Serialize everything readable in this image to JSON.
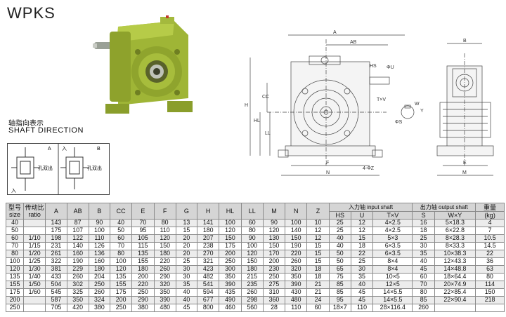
{
  "title": "WPKS",
  "shaft_direction": {
    "label_zh": "轴指向表示",
    "label_en": "SHAFT DIRECTION",
    "box_a": {
      "letter": "A",
      "in": "入",
      "out_text": "孔双出"
    },
    "box_b": {
      "letter": "B",
      "in": "入",
      "out_text": "孔双出"
    }
  },
  "drawing_labels": {
    "A": "A",
    "AB": "AB",
    "HS": "HS",
    "U": "ΦU",
    "H": "H",
    "CC": "CC",
    "HL": "HL",
    "LL": "LL",
    "TV": "T×V",
    "S": "ΦS",
    "W": "W",
    "Y": "Y",
    "F": "F",
    "N": "N",
    "Z": "4-ΦZ",
    "B": "B",
    "E": "E",
    "M": "M"
  },
  "table": {
    "headers": {
      "model_zh": "型号",
      "model_en": "size",
      "ratio_zh": "传动比",
      "ratio_en": "ratio",
      "cols": [
        "A",
        "AB",
        "B",
        "CC",
        "E",
        "F",
        "G",
        "H",
        "HL",
        "LL",
        "M",
        "N",
        "Z"
      ],
      "input_group": "入力轴 input shaft",
      "input_cols": [
        "HS",
        "U",
        "T×V"
      ],
      "output_group": "出力轴 output shaft",
      "output_cols": [
        "S",
        "W×Y"
      ],
      "weight_zh": "重量",
      "weight_unit": "(kg)"
    },
    "ratios": [
      "1/10",
      "1/15",
      "1/20",
      "1/25",
      "1/30",
      "1/40",
      "1/50",
      "1/60"
    ],
    "rows": [
      [
        "40",
        "143",
        "87",
        "90",
        "40",
        "70",
        "80",
        "13",
        "141",
        "100",
        "60",
        "90",
        "100",
        "10",
        "25",
        "12",
        "4×2.5",
        "16",
        "5×18.3",
        "4"
      ],
      [
        "50",
        "175",
        "107",
        "100",
        "50",
        "95",
        "110",
        "15",
        "180",
        "120",
        "80",
        "120",
        "140",
        "12",
        "25",
        "12",
        "4×2.5",
        "18",
        "6×22.8",
        "7"
      ],
      [
        "60",
        "198",
        "122",
        "110",
        "60",
        "105",
        "120",
        "20",
        "207",
        "150",
        "90",
        "130",
        "150",
        "12",
        "40",
        "15",
        "5×3",
        "25",
        "8×28.3",
        "10.5"
      ],
      [
        "70",
        "231",
        "140",
        "126",
        "70",
        "115",
        "150",
        "20",
        "238",
        "175",
        "100",
        "150",
        "190",
        "15",
        "40",
        "18",
        "6×3.5",
        "30",
        "8×33.3",
        "14.5"
      ],
      [
        "80",
        "261",
        "160",
        "136",
        "80",
        "135",
        "180",
        "20",
        "270",
        "200",
        "120",
        "170",
        "220",
        "15",
        "50",
        "22",
        "6×3.5",
        "35",
        "10×38.3",
        "22"
      ],
      [
        "100",
        "322",
        "190",
        "160",
        "100",
        "155",
        "220",
        "25",
        "321",
        "250",
        "150",
        "200",
        "260",
        "15",
        "50",
        "25",
        "8×4",
        "40",
        "12×43.3",
        "36"
      ],
      [
        "120",
        "381",
        "229",
        "180",
        "120",
        "180",
        "260",
        "30",
        "423",
        "300",
        "180",
        "230",
        "320",
        "18",
        "65",
        "30",
        "8×4",
        "45",
        "14×48.8",
        "63"
      ],
      [
        "135",
        "433",
        "260",
        "204",
        "135",
        "200",
        "290",
        "30",
        "482",
        "350",
        "215",
        "250",
        "350",
        "18",
        "75",
        "35",
        "10×5",
        "60",
        "18×64.4",
        "80"
      ],
      [
        "155",
        "504",
        "302",
        "250",
        "155",
        "220",
        "320",
        "35",
        "541",
        "390",
        "235",
        "275",
        "390",
        "21",
        "85",
        "40",
        "12×5",
        "70",
        "20×74.9",
        "114"
      ],
      [
        "175",
        "545",
        "325",
        "260",
        "175",
        "250",
        "350",
        "40",
        "594",
        "435",
        "260",
        "310",
        "430",
        "21",
        "85",
        "45",
        "14×5.5",
        "80",
        "22×85.4",
        "150"
      ],
      [
        "200",
        "587",
        "350",
        "324",
        "200",
        "290",
        "390",
        "40",
        "677",
        "490",
        "298",
        "360",
        "480",
        "24",
        "95",
        "45",
        "14×5.5",
        "85",
        "22×90.4",
        "218"
      ],
      [
        "250",
        "705",
        "420",
        "380",
        "250",
        "380",
        "480",
        "45",
        "800",
        "460",
        "560",
        "28",
        "110",
        "60",
        "18×7",
        "110",
        "28×116.4",
        "260",
        "",
        ""
      ]
    ]
  }
}
